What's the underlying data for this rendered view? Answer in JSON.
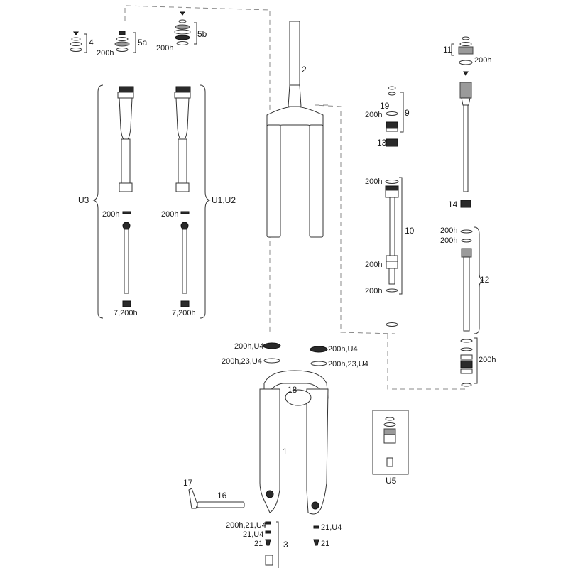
{
  "callouts": {
    "c4": "4",
    "c5a": "5a",
    "c5a_sub": "200h",
    "c5b": "5b",
    "c5b_sub": "200h",
    "c2": "2",
    "c11": "11",
    "c11_sub": "200h",
    "c19": "19",
    "c9": "9",
    "c9_sub": "200h",
    "c13": "13",
    "cU3": "U3",
    "cU1U2": "U1,U2",
    "cU3_200h": "200h",
    "cU1_200h": "200h",
    "cU3_bottom": "7,200h",
    "cU1_bottom": "7,200h",
    "c10_top": "200h",
    "c10": "10",
    "c10_mid": "200h",
    "c10_bot": "200h",
    "c14": "14",
    "c12_a": "200h",
    "c12_b": "200h",
    "c12": "12",
    "c12_bot": "200h",
    "cL_u4": "200h,U4",
    "cL_23": "200h,23,U4",
    "cR_u4": "200h,U4",
    "cR_23": "200h,23,U4",
    "c18": "18",
    "c1": "1",
    "cU5": "U5",
    "c17": "17",
    "c16": "16",
    "c3a": "200h,21,U4",
    "c3b": "21,U4",
    "c3c": "21",
    "c3": "3",
    "cR21U4": "21,U4",
    "cR21": "21"
  }
}
